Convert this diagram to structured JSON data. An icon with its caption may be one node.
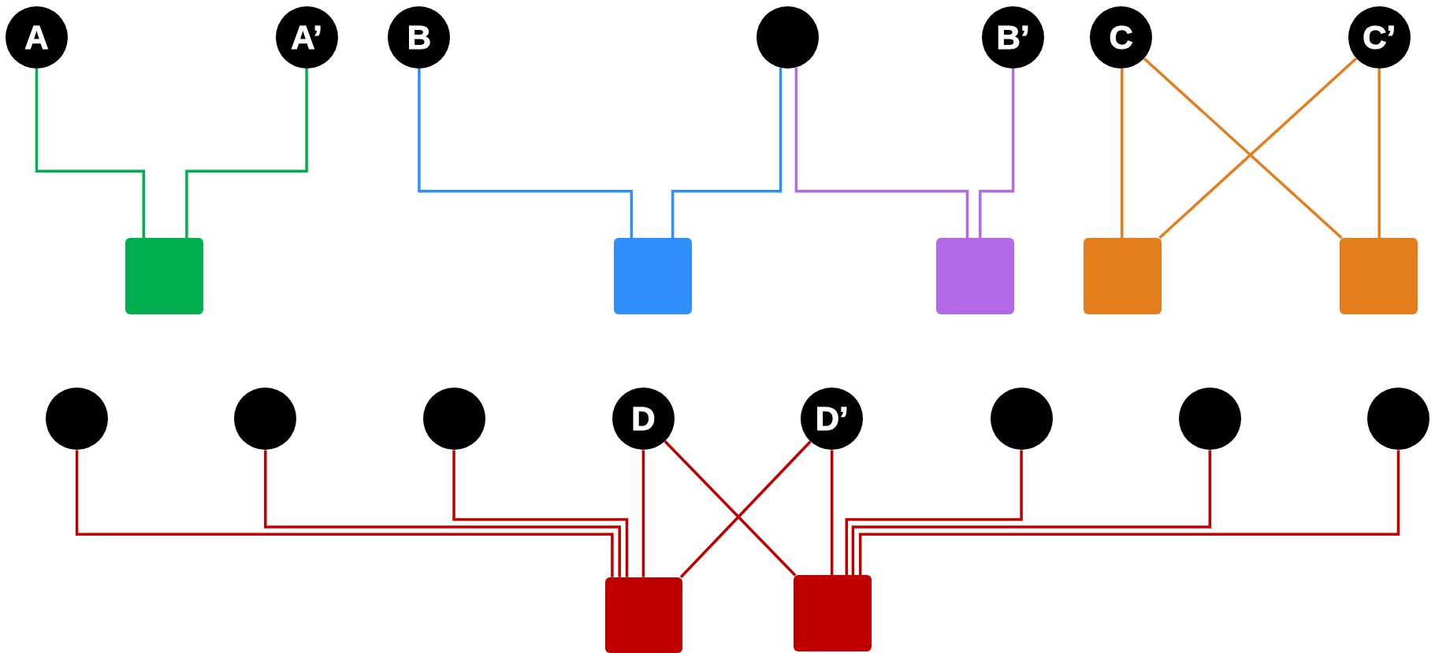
{
  "diagram": {
    "nodes": [
      {
        "text": [
          "A"
        ]
      },
      {
        "text": [
          "A’"
        ]
      },
      {
        "text": [
          "B"
        ]
      },
      {
        "text": [],
        "shape": "circle"
      },
      {
        "text": [
          "B’"
        ]
      },
      {
        "text": [
          "C"
        ]
      },
      {
        "text": [
          "C’"
        ]
      },
      {
        "text": [],
        "shape": "box"
      },
      {
        "text": [],
        "shape": "box"
      },
      {
        "text": [],
        "shape": "box"
      },
      {
        "text": [],
        "shape": "box"
      },
      {
        "text": [],
        "shape": "box"
      },
      {
        "text": [],
        "shape": "circle"
      },
      {
        "text": [],
        "shape": "circle"
      },
      {
        "text": [],
        "shape": "circle"
      },
      {
        "text": [
          "D"
        ]
      },
      {
        "text": [
          "D’"
        ]
      },
      {
        "text": [],
        "shape": "circle"
      },
      {
        "text": [],
        "shape": "circle"
      },
      {
        "text": [],
        "shape": "circle"
      },
      {
        "text": [],
        "shape": "box"
      },
      {
        "text": [],
        "shape": "box"
      }
    ],
    "edges": [
      {
        "from": 0,
        "to": 7,
        "arrow": "none",
        "color": "#00b050"
      },
      {
        "from": 1,
        "to": 7,
        "arrow": "none",
        "color": "#00b050"
      },
      {
        "from": 2,
        "to": 8,
        "arrow": "none",
        "color": "#2f8fff"
      },
      {
        "from": 3,
        "to": 8,
        "arrow": "none",
        "color": "#2f8fff"
      },
      {
        "from": 3,
        "to": 9,
        "arrow": "none",
        "color": "#b46ae6"
      },
      {
        "from": 4,
        "to": 9,
        "arrow": "none",
        "color": "#b46ae6"
      },
      {
        "from": 5,
        "to": 10,
        "arrow": "none",
        "color": "#e47d1c"
      },
      {
        "from": 5,
        "to": 11,
        "arrow": "none",
        "color": "#e47d1c"
      },
      {
        "from": 6,
        "to": 10,
        "arrow": "none",
        "color": "#e47d1c"
      },
      {
        "from": 6,
        "to": 11,
        "arrow": "none",
        "color": "#e47d1c"
      },
      {
        "from": 12,
        "to": 20,
        "arrow": "none"
      },
      {
        "from": 13,
        "to": 20,
        "arrow": "none"
      },
      {
        "from": 14,
        "to": 20,
        "arrow": "none"
      },
      {
        "from": 15,
        "to": 20,
        "arrow": "none"
      },
      {
        "from": 15,
        "to": 21,
        "arrow": "none"
      },
      {
        "from": 16,
        "to": 20,
        "arrow": "none"
      },
      {
        "from": 16,
        "to": 21,
        "arrow": "none"
      },
      {
        "from": 17,
        "to": 21,
        "arrow": "none"
      },
      {
        "from": 18,
        "to": 21,
        "arrow": "none"
      },
      {
        "from": 19,
        "to": 21,
        "arrow": "none"
      }
    ]
  }
}
